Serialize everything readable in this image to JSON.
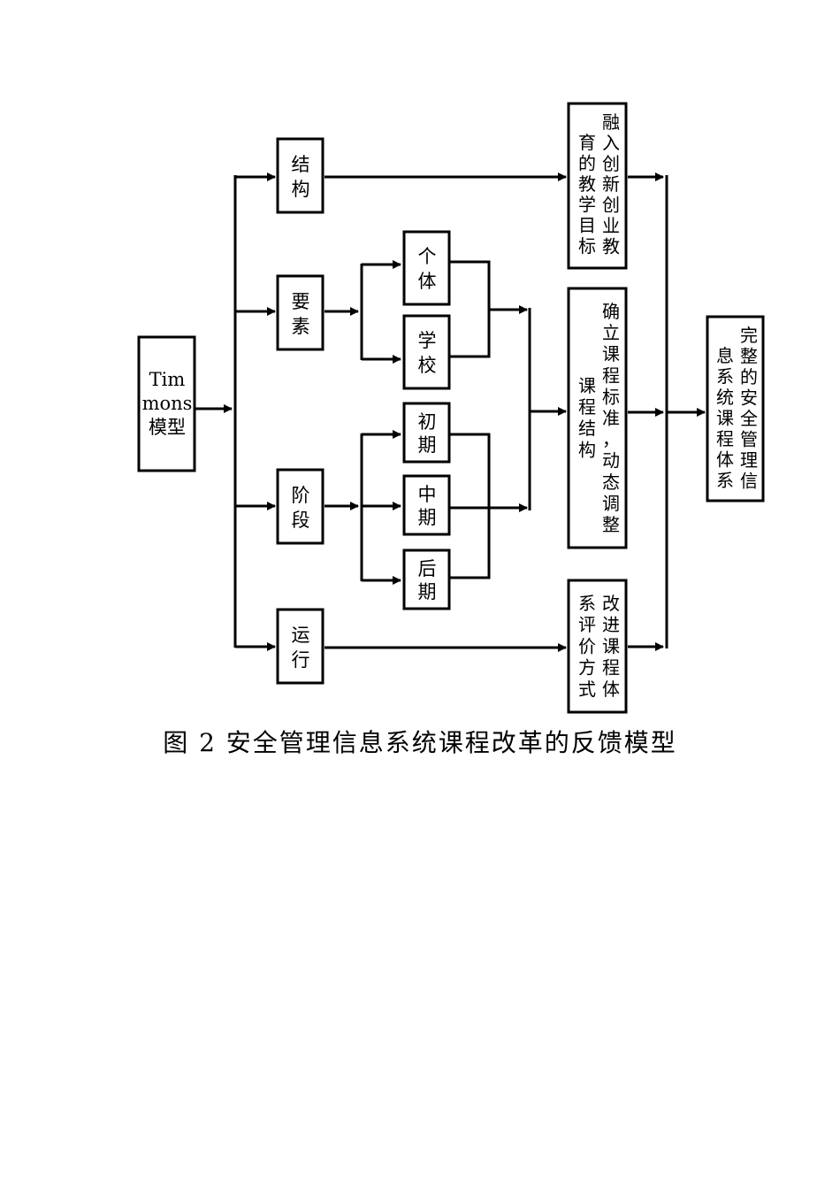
{
  "nodes": {
    "timmons": [
      "Tim",
      "mons",
      "模型"
    ],
    "jiegou": [
      "结",
      "构"
    ],
    "yaosu": [
      "要",
      "素"
    ],
    "jieduan": [
      "阶",
      "段"
    ],
    "yunxing": [
      "运",
      "行"
    ],
    "geti": [
      "个",
      "体"
    ],
    "xuexiao": [
      "学",
      "校"
    ],
    "chuqi": [
      "初",
      "期"
    ],
    "zhongqi": [
      "中",
      "期"
    ],
    "houqi": [
      "后",
      "期"
    ],
    "goal": [
      "融入创新创业教",
      "育的教学目标"
    ],
    "standard": [
      "确立课程标准，动态调整",
      "课程结构"
    ],
    "evaluation": [
      "改进课程体",
      "系评价方式"
    ],
    "final": [
      "完整的安全管理信",
      "息系统课程体系"
    ]
  },
  "caption": "图 2  安全管理信息系统课程改革的反馈模型"
}
